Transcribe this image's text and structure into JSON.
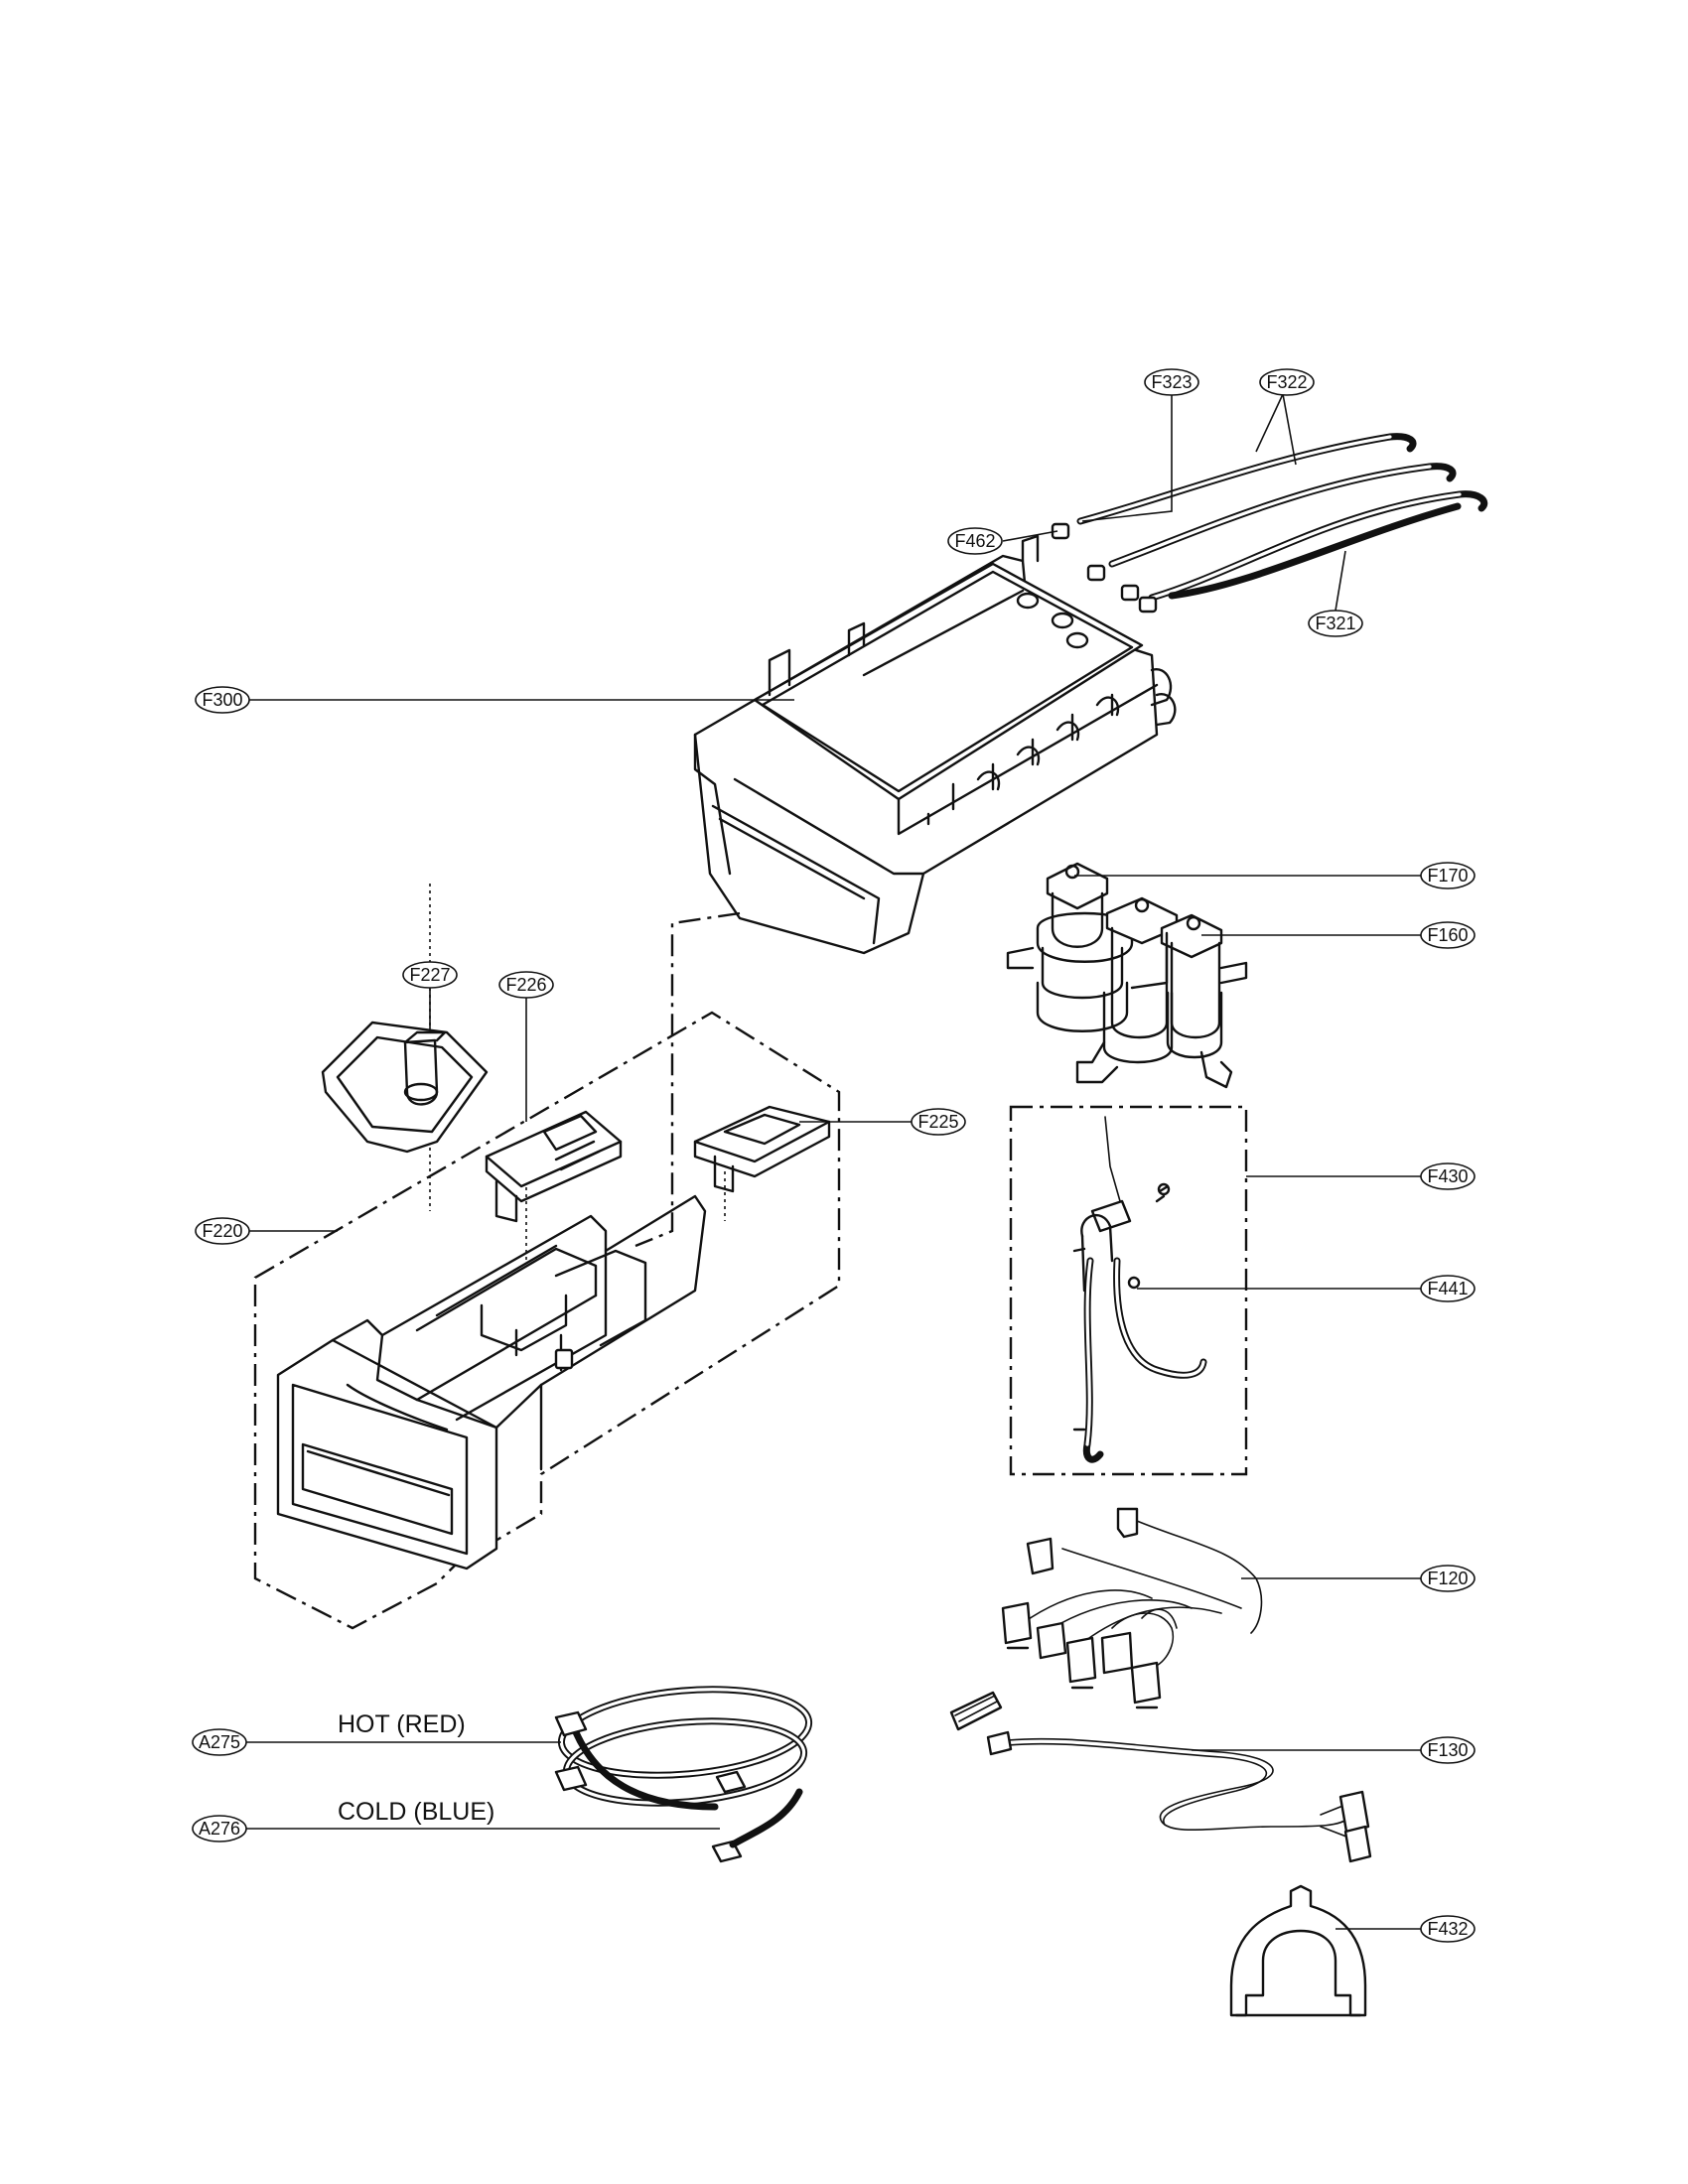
{
  "callouts": [
    {
      "id": "F323"
    },
    {
      "id": "F322"
    },
    {
      "id": "F462"
    },
    {
      "id": "F321"
    },
    {
      "id": "F300"
    },
    {
      "id": "F170"
    },
    {
      "id": "F160"
    },
    {
      "id": "F227"
    },
    {
      "id": "F226"
    },
    {
      "id": "F225"
    },
    {
      "id": "F220"
    },
    {
      "id": "F430"
    },
    {
      "id": "F441"
    },
    {
      "id": "F120"
    },
    {
      "id": "A275"
    },
    {
      "id": "A276"
    },
    {
      "id": "F130"
    },
    {
      "id": "F432"
    }
  ],
  "notes": {
    "hot": "HOT (RED)",
    "cold": "COLD (BLUE)"
  }
}
